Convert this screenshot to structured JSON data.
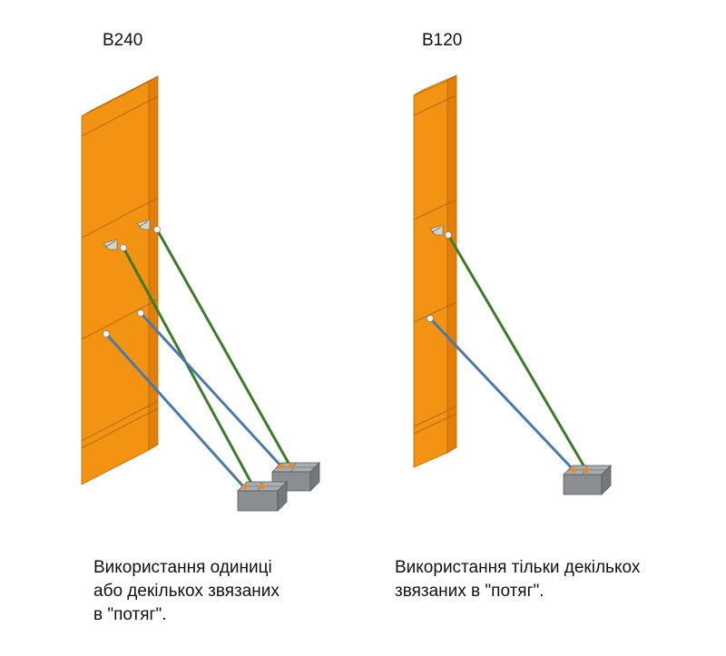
{
  "panels": [
    {
      "title": "B240",
      "caption": [
        "Використання одиниці",
        "або декількох звязаних",
        "в \"потяг\"."
      ]
    },
    {
      "title": "B120",
      "caption": [
        "Використання тільки декількох",
        "звязаних в \"потяг\"."
      ]
    }
  ],
  "colors": {
    "panel_front": "#F39314",
    "panel_side": "#E07F0A",
    "panel_top": "#F7AE45",
    "panel_edge": "#B86A0C",
    "brace_green": "#3D7A2A",
    "brace_blue": "#4C7AA6",
    "block_front": "#8A8E90",
    "block_top": "#A9ADAF",
    "block_side": "#747879",
    "pin_orange": "#E8892A"
  }
}
